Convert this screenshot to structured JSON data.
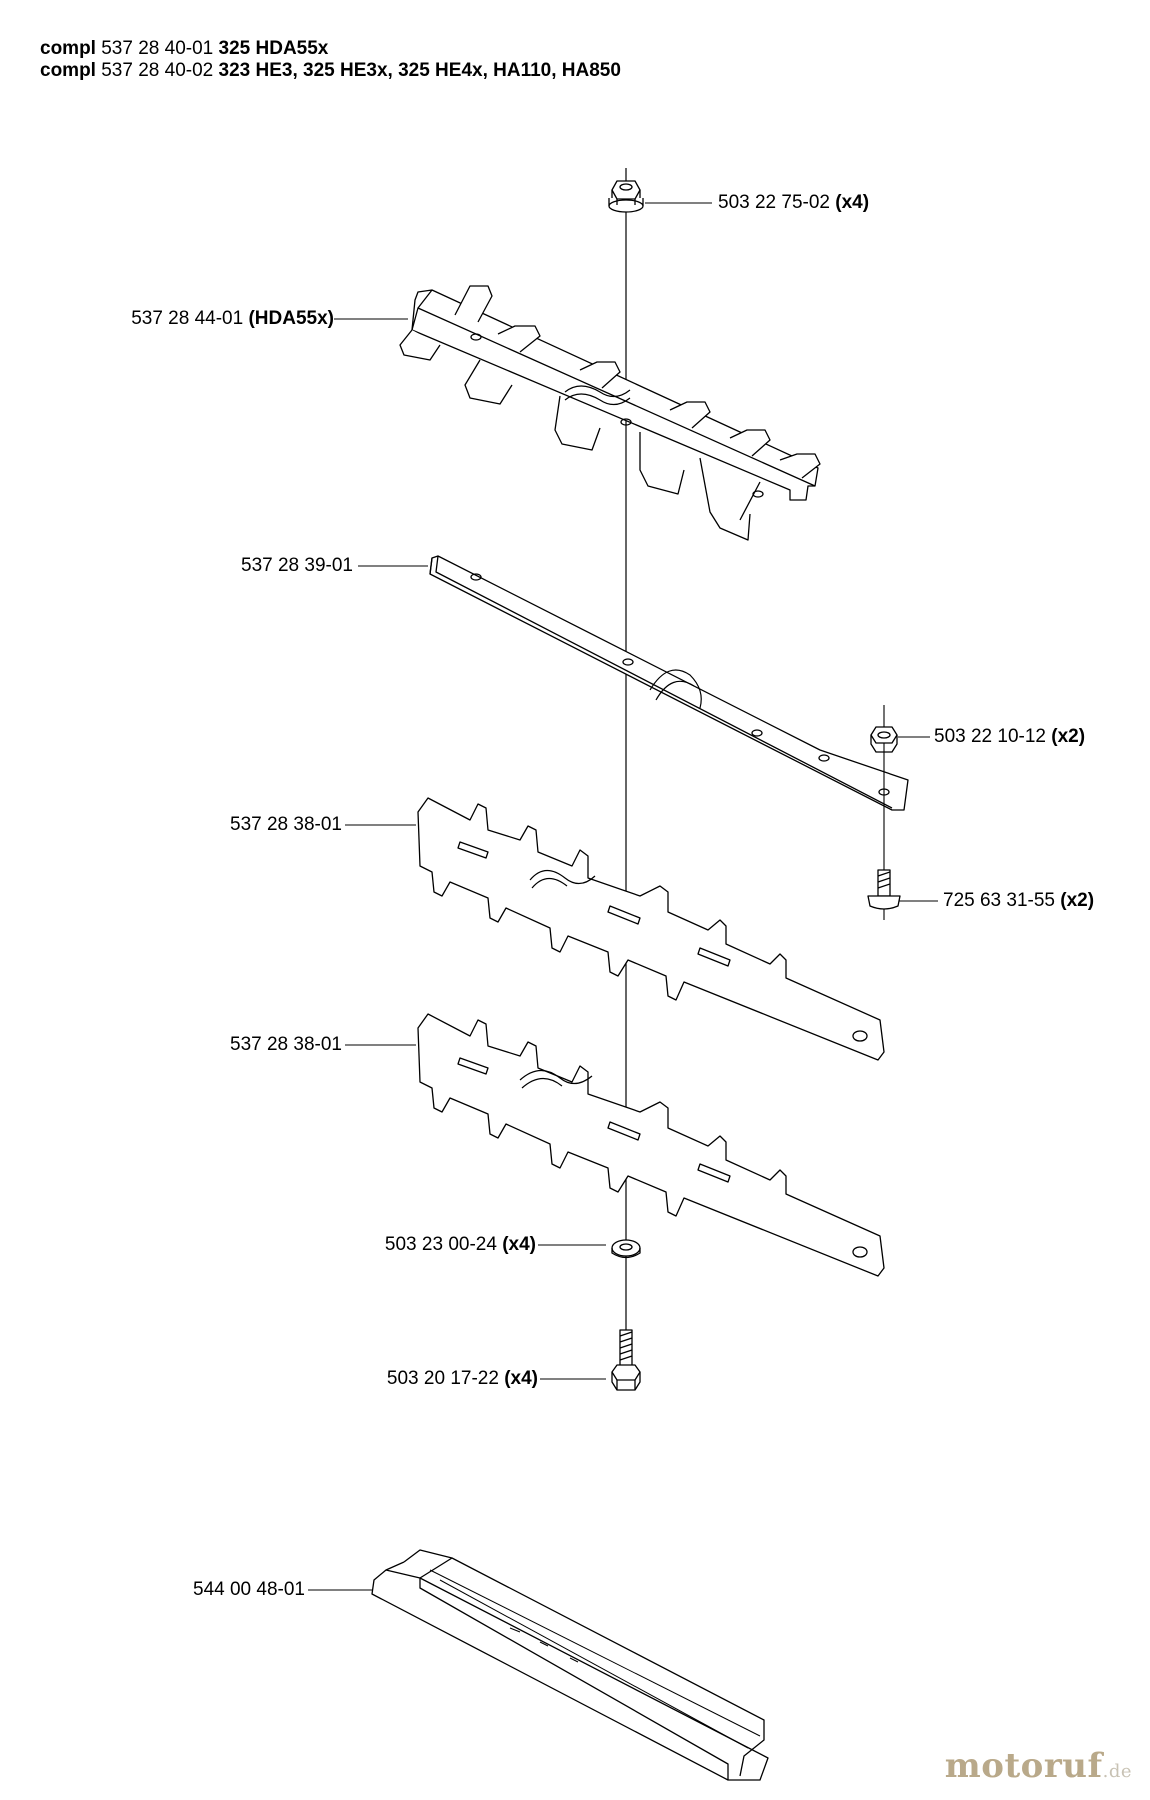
{
  "header": {
    "line1": {
      "prefix": "compl",
      "part": "537 28 40-01",
      "models": "325 HDA55x"
    },
    "line2": {
      "prefix": "compl",
      "part": "537 28 40-02",
      "models": "323 HE3, 325 HE3x, 325 HE4x, HA110, HA850"
    }
  },
  "callouts": {
    "nut_top": {
      "part": "503 22 75-02",
      "qty": "(x4)"
    },
    "guard": {
      "part": "537 28 44-01",
      "qty": "(HDA55x)"
    },
    "bar": {
      "part": "537 28 39-01",
      "qty": ""
    },
    "nut_small": {
      "part": "503 22 10-12",
      "qty": "(x2)"
    },
    "blade_upper": {
      "part": "537 28 38-01",
      "qty": ""
    },
    "screw": {
      "part": "725 63 31-55",
      "qty": "(x2)"
    },
    "blade_lower": {
      "part": "537 28 38-01",
      "qty": ""
    },
    "washer": {
      "part": "503 23 00-24",
      "qty": "(x4)"
    },
    "bolt": {
      "part": "503 20 17-22",
      "qty": "(x4)"
    },
    "cover": {
      "part": "544 00 48-01",
      "qty": ""
    }
  },
  "watermark": {
    "brand": "motoruf",
    "tld": ".de"
  }
}
